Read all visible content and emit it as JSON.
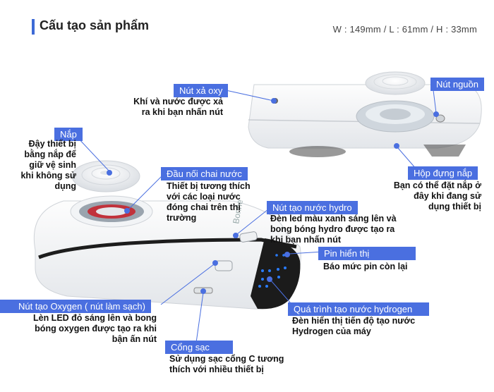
{
  "header": {
    "title": "Cấu tạo sản phẩm",
    "dimensions": "W : 149mm / L : 61mm / H : 33mm"
  },
  "callouts": {
    "oxy_vent": {
      "label": "Nút xả oxy",
      "desc": [
        "Khí và nước được xả",
        "ra khi bạn nhấn nút"
      ]
    },
    "power": {
      "label": "Nút nguồn"
    },
    "lid": {
      "label": "Nắp",
      "desc": [
        "Đậy thiết bị",
        "bằng nắp để",
        "giữ vệ sinh",
        "khi không sử",
        "dụng"
      ]
    },
    "bottle_connector": {
      "label": "Đầu nối chai nước",
      "desc": [
        "Thiết bị tương thích",
        "với các loại nước",
        "đóng chai trên thị",
        "trường"
      ]
    },
    "lid_holder": {
      "label": "Hộp đựng nắp",
      "desc": [
        "Bạn có thể đặt nắp ở",
        "đây khi  đang sử",
        "dụng thiết bị"
      ]
    },
    "hydro_button": {
      "label": "Nút tạo nước hydro",
      "desc": [
        "Đèn led màu xanh sáng lên và",
        "bong bóng hydro được tạo ra",
        "khi bạn nhấn nút"
      ]
    },
    "battery": {
      "label": "Pin hiển thị",
      "desc": [
        "Báo mức pin còn lại"
      ]
    },
    "oxygen_button": {
      "label": "Nút tạo Oxygen ( nút làm sạch)",
      "desc": [
        "Lèn LED đỏ sáng lên và bong",
        "bóng oxygen được tạo ra khi",
        "bận ấn nút"
      ]
    },
    "hydrogen_process": {
      "label": "Quá trình tạo nước hydrogen",
      "desc": [
        "Đèn hiển thị tiến độ tạo nước",
        "Hydrogen của máy"
      ]
    },
    "charging_port": {
      "label": "Cổng sạc",
      "desc": [
        "Sử dụng sạc cổng C tương",
        "thích với nhiều thiết bị"
      ]
    }
  },
  "device": {
    "brand": "Bonne"
  },
  "colors": {
    "accent": "#4a6fe0",
    "led": "#2a7cff"
  }
}
